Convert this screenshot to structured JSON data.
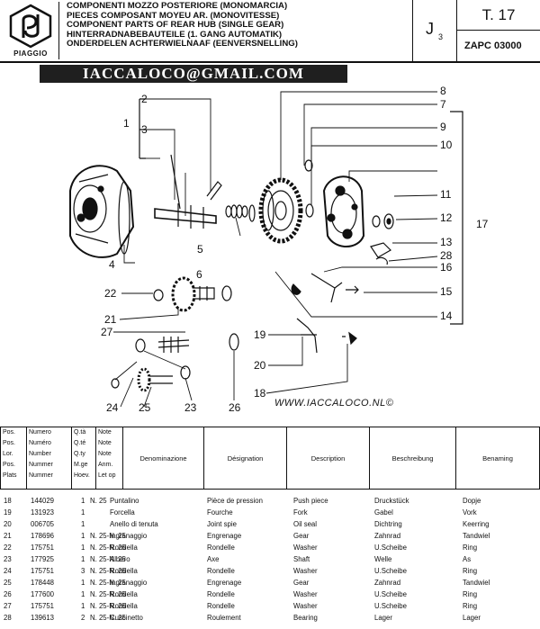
{
  "header": {
    "brand": "PIAGGIO",
    "titles": [
      "COMPONENTI MOZZO POSTERIORE (MONOMARCIA)",
      "PIECES COMPOSANT MOYEU AR. (MONOVITESSE)",
      "COMPONENT PARTS OF REAR HUB (SINGLE GEAR)",
      "HINTERRADNABEBAUTEILE (1. GANG AUTOMATIK)",
      "ONDERDELEN ACHTERWIELNAAF (EENVERSNELLING)"
    ],
    "section": "J",
    "section_sub": "3",
    "table_no": "T. 17",
    "model": "ZAPC 03000"
  },
  "banner": "IACCALOCO@GMAIL.COM",
  "diagram": {
    "website": "WWW.IACCALOCO.NL©",
    "callouts": [
      "1",
      "2",
      "3",
      "4",
      "5",
      "6",
      "7",
      "8",
      "9",
      "10",
      "11",
      "12",
      "13",
      "14",
      "15",
      "16",
      "17",
      "18",
      "19",
      "20",
      "21",
      "22",
      "23",
      "24",
      "25",
      "26",
      "27",
      "28"
    ]
  },
  "table": {
    "columns": [
      [
        "Pos.",
        "Pos.",
        "Lor.",
        "Pos.",
        "Plats"
      ],
      [
        "Numero",
        "Numéro",
        "Number",
        "Nummer",
        "Nummer"
      ],
      [
        "Q.tà",
        "Q.té",
        "Q.ty",
        "M.ge",
        "Hoev."
      ],
      [
        "Note",
        "Note",
        "Note",
        "Anm.",
        "Let op"
      ],
      [
        "Denominazione"
      ],
      [
        "Désignation"
      ],
      [
        "Description"
      ],
      [
        "Beschreibung"
      ],
      [
        "Benaming"
      ]
    ],
    "rows": [
      [
        "18",
        "144029",
        "1",
        "N. 25",
        "Puntalino",
        "Pièce de pression",
        "Push piece",
        "Druckstück",
        "Dopje"
      ],
      [
        "19",
        "131923",
        "1",
        "",
        "Forcella",
        "Fourche",
        "Fork",
        "Gabel",
        "Vork"
      ],
      [
        "20",
        "006705",
        "1",
        "",
        "Anello di tenuta",
        "Joint spie",
        "Oil seal",
        "Dichtring",
        "Keerring"
      ],
      [
        "21",
        "178696",
        "1",
        "N. 25-N. 25",
        "Ingranaggio",
        "Engrenage",
        "Gear",
        "Zahnrad",
        "Tandwiel"
      ],
      [
        "22",
        "175751",
        "1",
        "N. 25-N. 25",
        "Rondella",
        "Rondelle",
        "Washer",
        "U.Scheibe",
        "Ring"
      ],
      [
        "23",
        "177925",
        "1",
        "N. 25-N. 25",
        "Albero",
        "Axe",
        "Shaft",
        "Welle",
        "As"
      ],
      [
        "24",
        "175751",
        "3",
        "N. 25-N. 25",
        "Rondella",
        "Rondelle",
        "Washer",
        "U.Scheibe",
        "Ring"
      ],
      [
        "25",
        "178448",
        "1",
        "N. 25-N. 25",
        "Ingranaggio",
        "Engrenage",
        "Gear",
        "Zahnrad",
        "Tandwiel"
      ],
      [
        "26",
        "177600",
        "1",
        "N. 25-N. 25",
        "Rondella",
        "Rondelle",
        "Washer",
        "U.Scheibe",
        "Ring"
      ],
      [
        "27",
        "175751",
        "1",
        "N. 25-N. 25",
        "Rondella",
        "Rondelle",
        "Washer",
        "U.Scheibe",
        "Ring"
      ],
      [
        "28",
        "139613",
        "2",
        "N. 25-N. 25",
        "Cuscinetto",
        "Roulement",
        "Bearing",
        "Lager",
        "Lager"
      ]
    ]
  }
}
